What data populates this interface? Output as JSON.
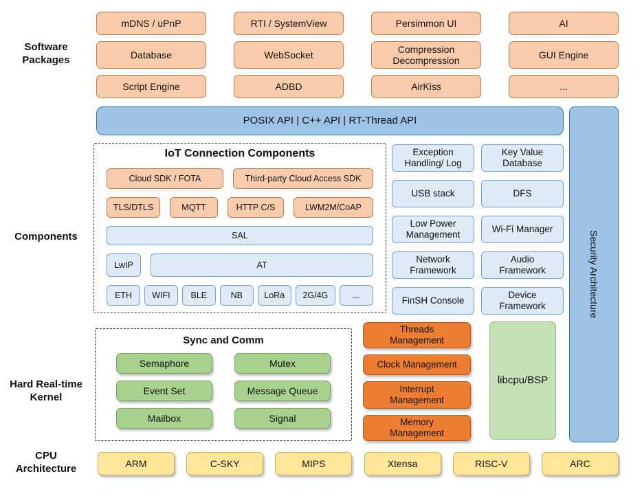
{
  "side_labels": {
    "packages": "Software\nPackages",
    "components": "Components",
    "kernel": "Hard Real-time\nKernel",
    "cpu": "CPU\nArchitecture"
  },
  "packages": {
    "rows": [
      [
        "mDNS / uPnP",
        "RTI / SystemView",
        "Persimmon UI",
        "AI"
      ],
      [
        "Database",
        "WebSocket",
        "Compression\nDecompression",
        "GUI Engine"
      ],
      [
        "Script Engine",
        "ADBD",
        "AirKiss",
        "..."
      ]
    ]
  },
  "api_bar": "POSIX API | C++ API | RT-Thread API",
  "security_bar": "Security Architecture",
  "iot": {
    "title": "IoT Connection Components",
    "cloud": [
      "Cloud SDK / FOTA",
      "Third-party Cloud Access SDK"
    ],
    "protocols": [
      "TLS/DTLS",
      "MQTT",
      "HTTP C/S",
      "LWM2M/CoAP"
    ],
    "sal": "SAL",
    "lwip": "LwIP",
    "at": "AT",
    "links": [
      "ETH",
      "WIFI",
      "BLE",
      "NB",
      "LoRa",
      "2G/4G",
      "..."
    ]
  },
  "components": {
    "items": [
      "Exception\nHandling/ Log",
      "Key Value\nDatabase",
      "USB stack",
      "DFS",
      "Low Power\nManagement",
      "Wi-Fi Manager",
      "Network\nFramework",
      "Audio\nFramework",
      "FinSH Console",
      "Device\nFramework"
    ]
  },
  "kernel": {
    "sync_title": "Sync and Comm",
    "sync": [
      "Semaphore",
      "Mutex",
      "Event Set",
      "Message Queue",
      "Mailbox",
      "Signal"
    ],
    "mgmt": [
      "Threads\nManagement",
      "Clock Management",
      "Interrupt\nManagement",
      "Memory\nManagement"
    ],
    "libcpu": "libcpu/BSP"
  },
  "cpu": [
    "ARM",
    "C-SKY",
    "MIPS",
    "Xtensa",
    "RISC-V",
    "ARC"
  ],
  "colors": {
    "package_fill": "#F8CBAD",
    "package_border": "#C07B4A",
    "api_fill": "#9DC3E6",
    "api_border": "#2E75B6",
    "component_fill": "#DEEBF7",
    "component_border": "#6E9FD4",
    "sync_fill": "#A9D18E",
    "mgmt_fill": "#ED7D31",
    "libcpu_fill": "#C5E0B4",
    "cpu_fill": "#FFE699"
  }
}
